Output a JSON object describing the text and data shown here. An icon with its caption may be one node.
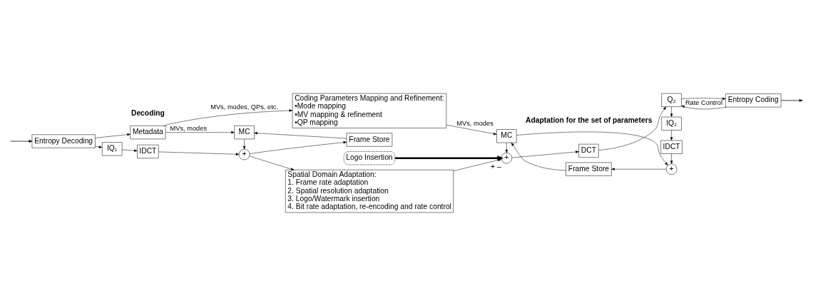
{
  "diagram": {
    "nodes": [
      {
        "text": [
          "Entropy Decoding"
        ]
      },
      {
        "text": [
          "IQ₁"
        ]
      },
      {
        "text": [
          "IDCT"
        ]
      },
      {
        "text": [
          "+"
        ]
      },
      {
        "text": [
          "MC"
        ]
      },
      {
        "text": [
          "Frame Store"
        ]
      },
      {
        "text": [
          "Metadata"
        ]
      },
      {
        "text": [
          "Spatial Domain Adaptation:",
          "1. Frame rate adaptation",
          "2. Spatial resolution adaptation",
          "3. Logo/Watermark insertion",
          "4. Bit rate adaptation, re-encoding and rate control"
        ]
      },
      {
        "text": [
          "Logo Insertion"
        ]
      },
      {
        "text": [
          "+"
        ],
        "beside": [
          "+",
          "–"
        ]
      },
      {
        "text": [
          "DCT"
        ]
      },
      {
        "text": [
          "Q₂"
        ]
      },
      {
        "text": [
          "Entropy Coding"
        ]
      },
      {
        "text": [
          "IQ₂"
        ]
      },
      {
        "text": [
          "IDCT"
        ]
      },
      {
        "text": [
          "+"
        ]
      },
      {
        "text": [
          "Frame Store"
        ]
      },
      {
        "text": [
          "MC"
        ]
      },
      {
        "text": [
          "Coding Parameters Mapping and Refinement:",
          "•Mode mapping",
          "•MV mapping & refinement",
          "•QP mapping"
        ]
      }
    ],
    "edges": [
      {
        "from": null,
        "to": 0,
        "arrow": "to"
      },
      {
        "from": 0,
        "to": 1,
        "arrow": "to"
      },
      {
        "from": 1,
        "to": 2,
        "arrow": "to"
      },
      {
        "from": 2,
        "to": 3,
        "arrow": "to"
      },
      {
        "from": 3,
        "to": 7,
        "arrow": "to"
      },
      {
        "from": 3,
        "to": 5,
        "arrow": "to"
      },
      {
        "from": 5,
        "to": 4,
        "arrow": "to"
      },
      {
        "from": 4,
        "to": 3,
        "arrow": "to"
      },
      {
        "from": 0,
        "to": 6,
        "arrow": "to"
      },
      {
        "from": 6,
        "to": 4,
        "arrow": "to",
        "label": "MVs, modes"
      },
      {
        "from": 6,
        "to": 18,
        "arrow": "to",
        "label": "MVs, modes, QPs, etc."
      },
      {
        "from": 7,
        "to": 9,
        "arrow": "to"
      },
      {
        "from": 8,
        "to": 9,
        "arrow": "to",
        "style": "thick"
      },
      {
        "from": 9,
        "to": 10,
        "arrow": "to"
      },
      {
        "from": 10,
        "to": 11,
        "arrow": "to"
      },
      {
        "from": 11,
        "to": 12,
        "arrow": "to"
      },
      {
        "from": 12,
        "to": null,
        "arrow": "to"
      },
      {
        "from": 12,
        "to": 11,
        "arrow": "to",
        "label": "Rate Control"
      },
      {
        "from": 11,
        "to": 13,
        "arrow": "to"
      },
      {
        "from": 13,
        "to": 14,
        "arrow": "to"
      },
      {
        "from": 14,
        "to": 15,
        "arrow": "to"
      },
      {
        "from": 15,
        "to": 16,
        "arrow": "to"
      },
      {
        "from": 16,
        "to": 17,
        "arrow": "to"
      },
      {
        "from": 17,
        "to": 9,
        "arrow": "to"
      },
      {
        "from": 17,
        "to": 15,
        "arrow": "to"
      },
      {
        "from": 18,
        "to": 17,
        "arrow": "to",
        "label": "MVs, modes"
      }
    ],
    "labels": [
      "Decoding",
      "Adaptation for the set of parameters"
    ]
  }
}
